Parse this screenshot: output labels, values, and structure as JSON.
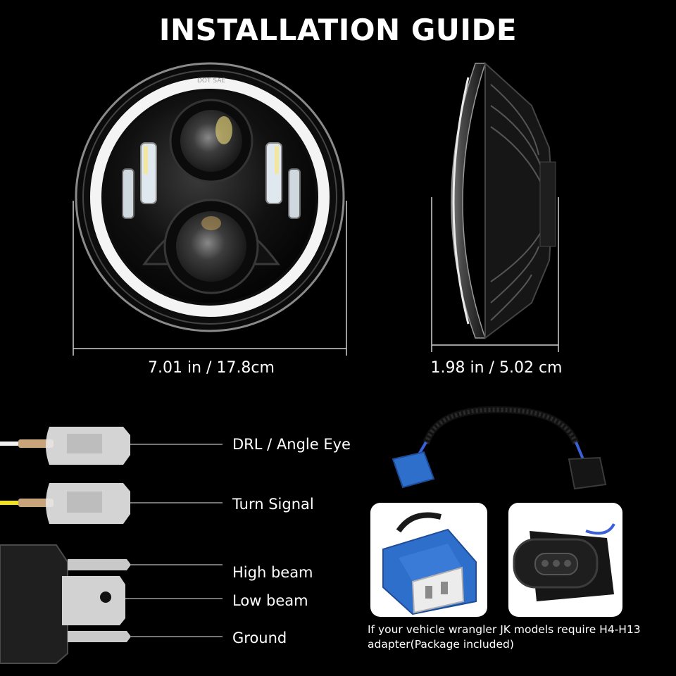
{
  "title": "INSTALLATION GUIDE",
  "headlight_front": {
    "embossed_text": "DOT SAE",
    "diameter_label": "7.01 in / 17.8cm"
  },
  "headlight_side": {
    "depth_label": "1.98 in / 5.02 cm"
  },
  "wires": {
    "drl": "DRL / Angle Eye",
    "turn": "Turn Signal",
    "high": "High beam",
    "low": "Low beam",
    "ground": "Ground"
  },
  "adapter": {
    "note": "If your vehicle wrangler JK models require  H4-H13 adapter(Package included)"
  },
  "colors": {
    "background": "#000000",
    "connector_blue": "#2f6fcc",
    "wire_white": "#f2f2f2",
    "wire_yellow": "#f2e21c",
    "terminal_metal": "#c9c9c9"
  },
  "icons": [
    "headlight-front-icon",
    "headlight-side-icon",
    "drl-connector-icon",
    "turn-connector-icon",
    "h4-plug-icon",
    "adapter-harness-icon",
    "h4-socket-closeup-icon",
    "h13-plug-closeup-icon"
  ]
}
